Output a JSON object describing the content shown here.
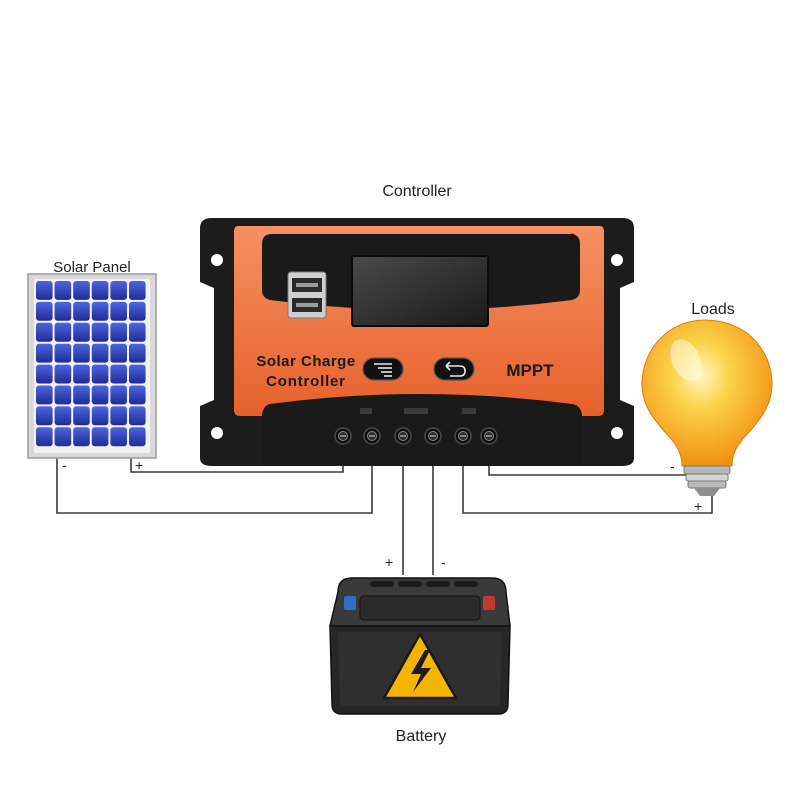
{
  "labels": {
    "controller": "Controller",
    "solar_panel": "Solar Panel",
    "loads": "Loads",
    "battery": "Battery"
  },
  "controller_device": {
    "name_line1": "Solar Charge",
    "name_line2": "Controller",
    "mode": "MPPT",
    "buttons": [
      "menu-icon",
      "return-icon"
    ],
    "terminal_count": 6
  },
  "polarity": {
    "panel_negative": "-",
    "panel_positive": "+",
    "battery_positive": "+",
    "battery_negative": "-",
    "load_negative": "-",
    "load_positive": "+"
  },
  "icons": {
    "usb": "usb-port-icon",
    "warning": "high-voltage-warning-icon",
    "bulb": "light-bulb-icon",
    "solar": "solar-panel-icon",
    "battery": "battery-icon"
  },
  "colors": {
    "controller_body": "#1c1c1c",
    "controller_accent": "#f47a45",
    "panel_cell": "#2b3fb8",
    "bulb_glow": "#f6a51c",
    "battery_body": "#2a2a2a",
    "terminal_red": "#c0392b",
    "terminal_blue": "#2f6fc1",
    "warning_yellow": "#f4b400"
  }
}
